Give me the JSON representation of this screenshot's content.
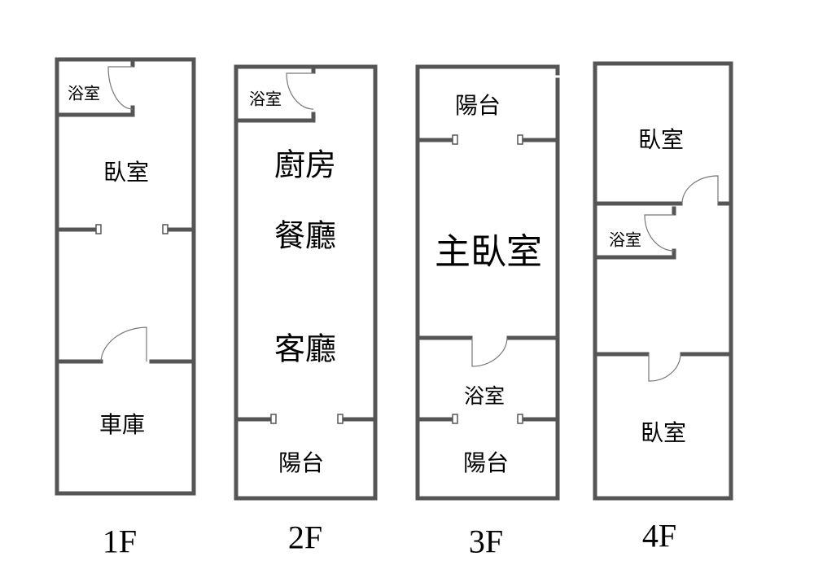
{
  "floors": [
    {
      "label": "1F",
      "rooms": [
        "浴室",
        "臥室",
        "車庫"
      ]
    },
    {
      "label": "2F",
      "rooms": [
        "浴室",
        "廚房",
        "餐廳",
        "客廳",
        "陽台"
      ]
    },
    {
      "label": "3F",
      "rooms": [
        "陽台",
        "主臥室",
        "浴室",
        "陽台"
      ]
    },
    {
      "label": "4F",
      "rooms": [
        "臥室",
        "浴室",
        "臥室"
      ]
    }
  ]
}
